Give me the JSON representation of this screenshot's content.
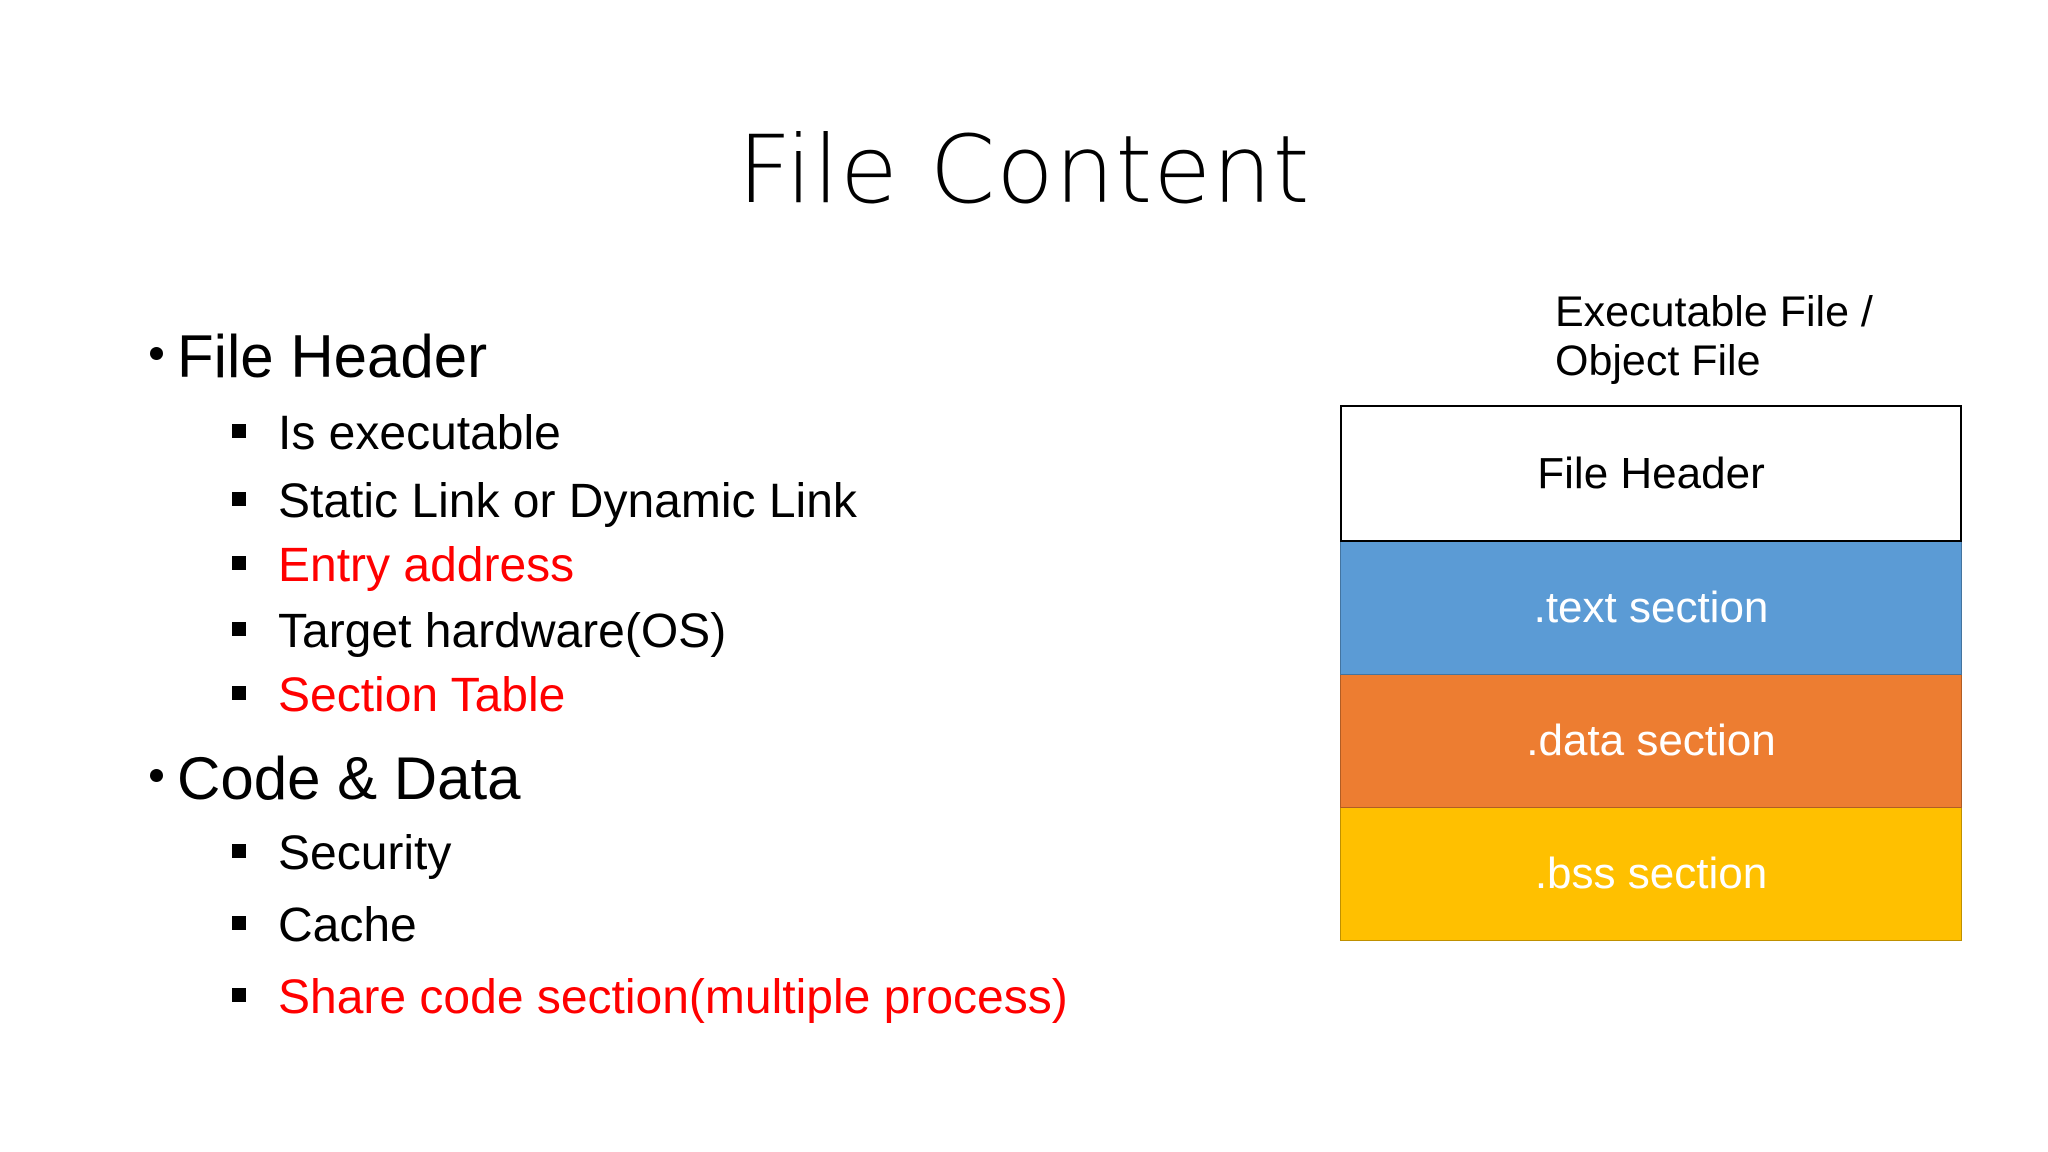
{
  "slide": {
    "title": "File Content",
    "background_color": "#FFFFFF",
    "text_color": "#000000",
    "accent_red": "#FF0000"
  },
  "outline": {
    "items": [
      {
        "label": "File Header",
        "level": 1,
        "bullet": "disc",
        "color": "#000000"
      },
      {
        "label": "Is executable",
        "level": 2,
        "bullet": "square",
        "color": "#000000"
      },
      {
        "label": "Static Link or Dynamic Link",
        "level": 2,
        "bullet": "square",
        "color": "#000000"
      },
      {
        "label": "Entry address",
        "level": 2,
        "bullet": "square",
        "color": "#FF0000"
      },
      {
        "label": "Target hardware(OS)",
        "level": 2,
        "bullet": "square",
        "color": "#000000"
      },
      {
        "label": "Section Table",
        "level": 2,
        "bullet": "square",
        "color": "#FF0000"
      },
      {
        "label": "Code & Data",
        "level": 1,
        "bullet": "disc",
        "color": "#000000"
      },
      {
        "label": "Security",
        "level": 2,
        "bullet": "square",
        "color": "#000000"
      },
      {
        "label": "Cache",
        "level": 2,
        "bullet": "square",
        "color": "#000000"
      },
      {
        "label": "Share code section(multiple process)",
        "level": 2,
        "bullet": "square",
        "color": "#FF0000"
      }
    ]
  },
  "diagram": {
    "caption": {
      "line1": "Executable File /",
      "line2": "Object File"
    },
    "boxes": [
      {
        "label": "File Header",
        "bg": "#FFFFFF",
        "text_color": "#000000",
        "border": "#000000"
      },
      {
        "label": ".text section",
        "bg": "#5B9BD5",
        "text_color": "#FFFFFF"
      },
      {
        "label": ".data section",
        "bg": "#ED7D31",
        "text_color": "#FFFFFF"
      },
      {
        "label": ".bss section",
        "bg": "#FFC000",
        "text_color": "#FFFFFF"
      }
    ]
  }
}
